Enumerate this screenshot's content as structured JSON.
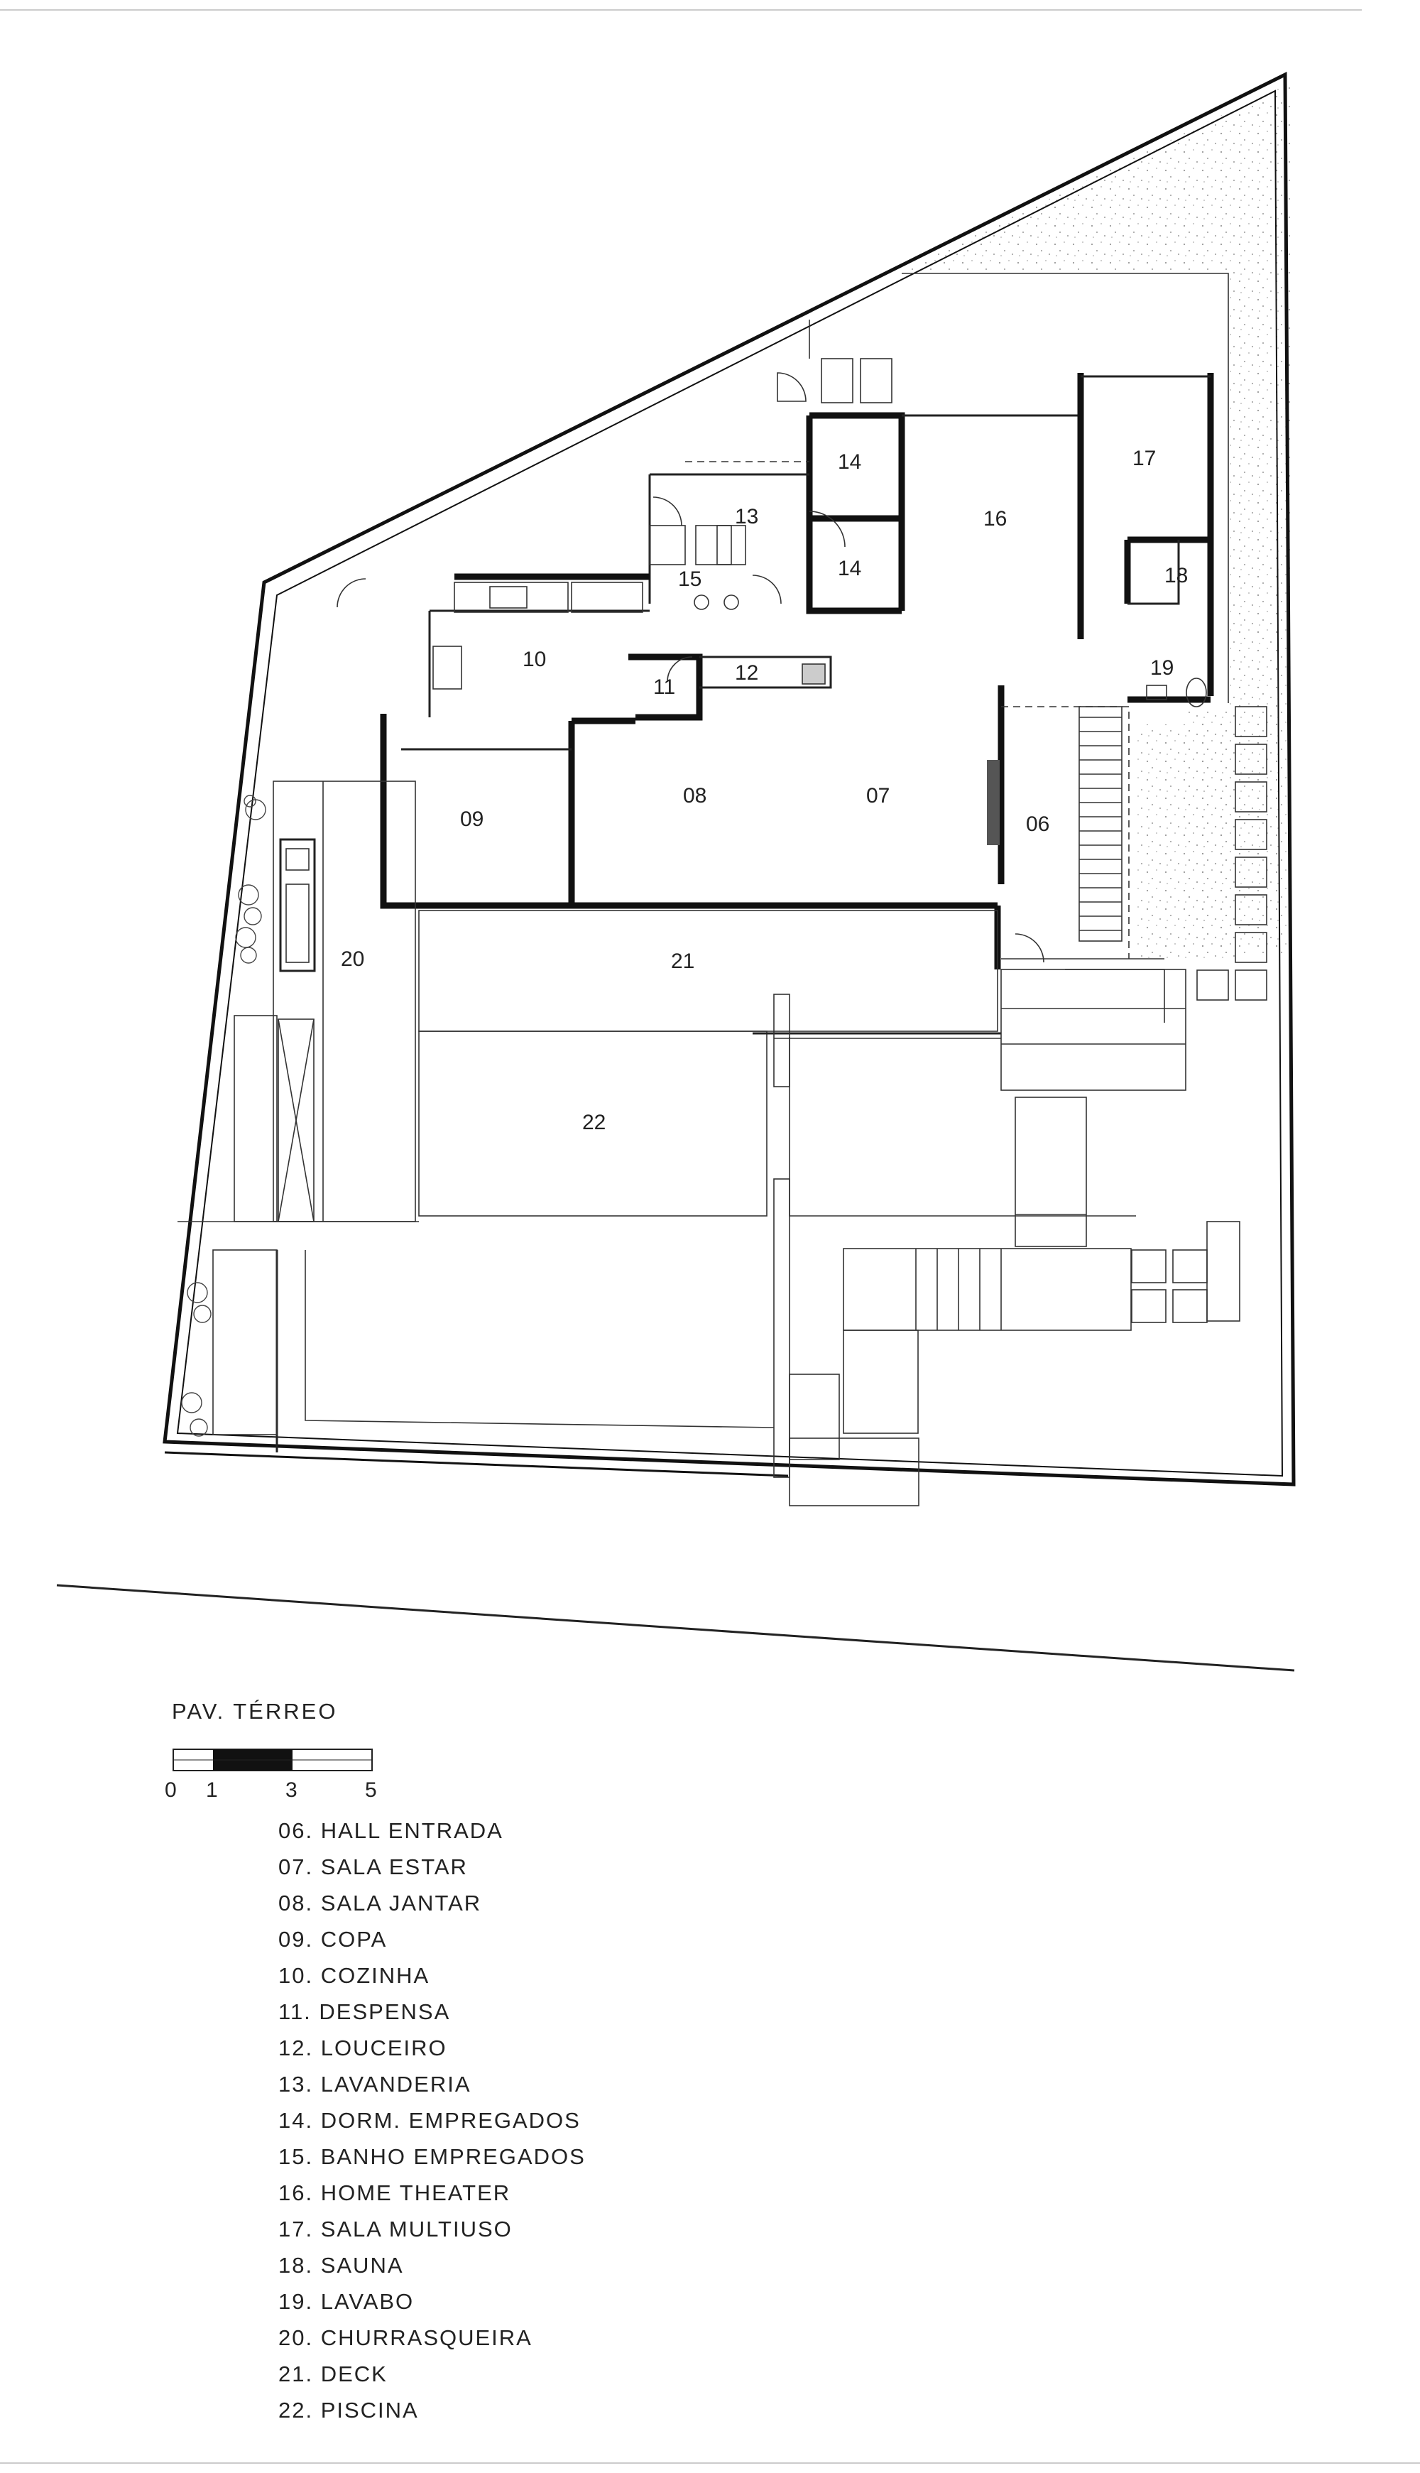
{
  "drawing": {
    "title": "PAV. TÉRREO",
    "scale_ticks": [
      "0",
      "1",
      "3",
      "5"
    ]
  },
  "room_labels": [
    {
      "id": "hall",
      "text": "06"
    },
    {
      "id": "estar",
      "text": "07"
    },
    {
      "id": "jantar",
      "text": "08"
    },
    {
      "id": "copa",
      "text": "09"
    },
    {
      "id": "cozinha",
      "text": "10"
    },
    {
      "id": "despensa",
      "text": "11"
    },
    {
      "id": "louceiro",
      "text": "12"
    },
    {
      "id": "lavanderia",
      "text": "13"
    },
    {
      "id": "dorm-a",
      "text": "14"
    },
    {
      "id": "dorm-b",
      "text": "14"
    },
    {
      "id": "banho",
      "text": "15"
    },
    {
      "id": "home-theater",
      "text": "16"
    },
    {
      "id": "multiuso",
      "text": "17"
    },
    {
      "id": "sauna",
      "text": "18"
    },
    {
      "id": "lavabo",
      "text": "19"
    },
    {
      "id": "churrasqueira",
      "text": "20"
    },
    {
      "id": "deck",
      "text": "21"
    },
    {
      "id": "piscina",
      "text": "22"
    }
  ],
  "legend": [
    "06.  HALL  ENTRADA",
    "07.  SALA  ESTAR",
    "08.  SALA  JANTAR",
    "09.  COPA",
    "10.  COZINHA",
    "11.  DESPENSA",
    "12.  LOUCEIRO",
    "13.  LAVANDERIA",
    "14.  DORM.  EMPREGADOS",
    "15.  BANHO  EMPREGADOS",
    "16.  HOME  THEATER",
    "17.  SALA  MULTIUSO",
    "18.  SAUNA",
    "19.  LAVABO",
    "20.  CHURRASQUEIRA",
    "21.  DECK",
    "22.  PISCINA"
  ]
}
